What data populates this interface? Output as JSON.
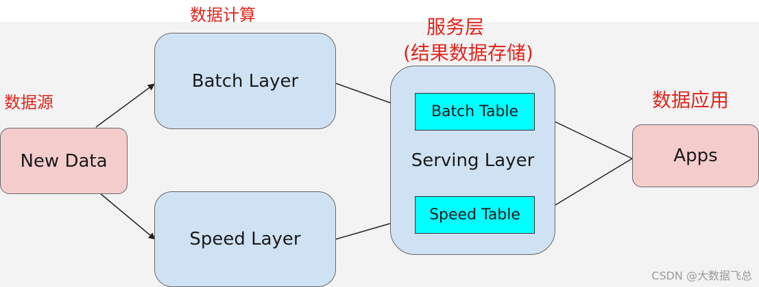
{
  "labels": {
    "data_source": "数据源",
    "data_compute": "数据计算",
    "serving_title": "服务层",
    "serving_subtitle": "(结果数据存储)",
    "data_app": "数据应用"
  },
  "nodes": {
    "new_data": "New Data",
    "batch_layer": "Batch Layer",
    "speed_layer": "Speed Layer",
    "serving_layer": "Serving Layer",
    "batch_table": "Batch Table",
    "speed_table": "Speed Table",
    "apps": "Apps"
  },
  "watermark": "CSDN @大数据飞总",
  "colors": {
    "data_fill": "#f4cccc",
    "layer_fill": "#cfe2f3",
    "table_fill": "#00ffff",
    "label_red": "#e0261e"
  }
}
